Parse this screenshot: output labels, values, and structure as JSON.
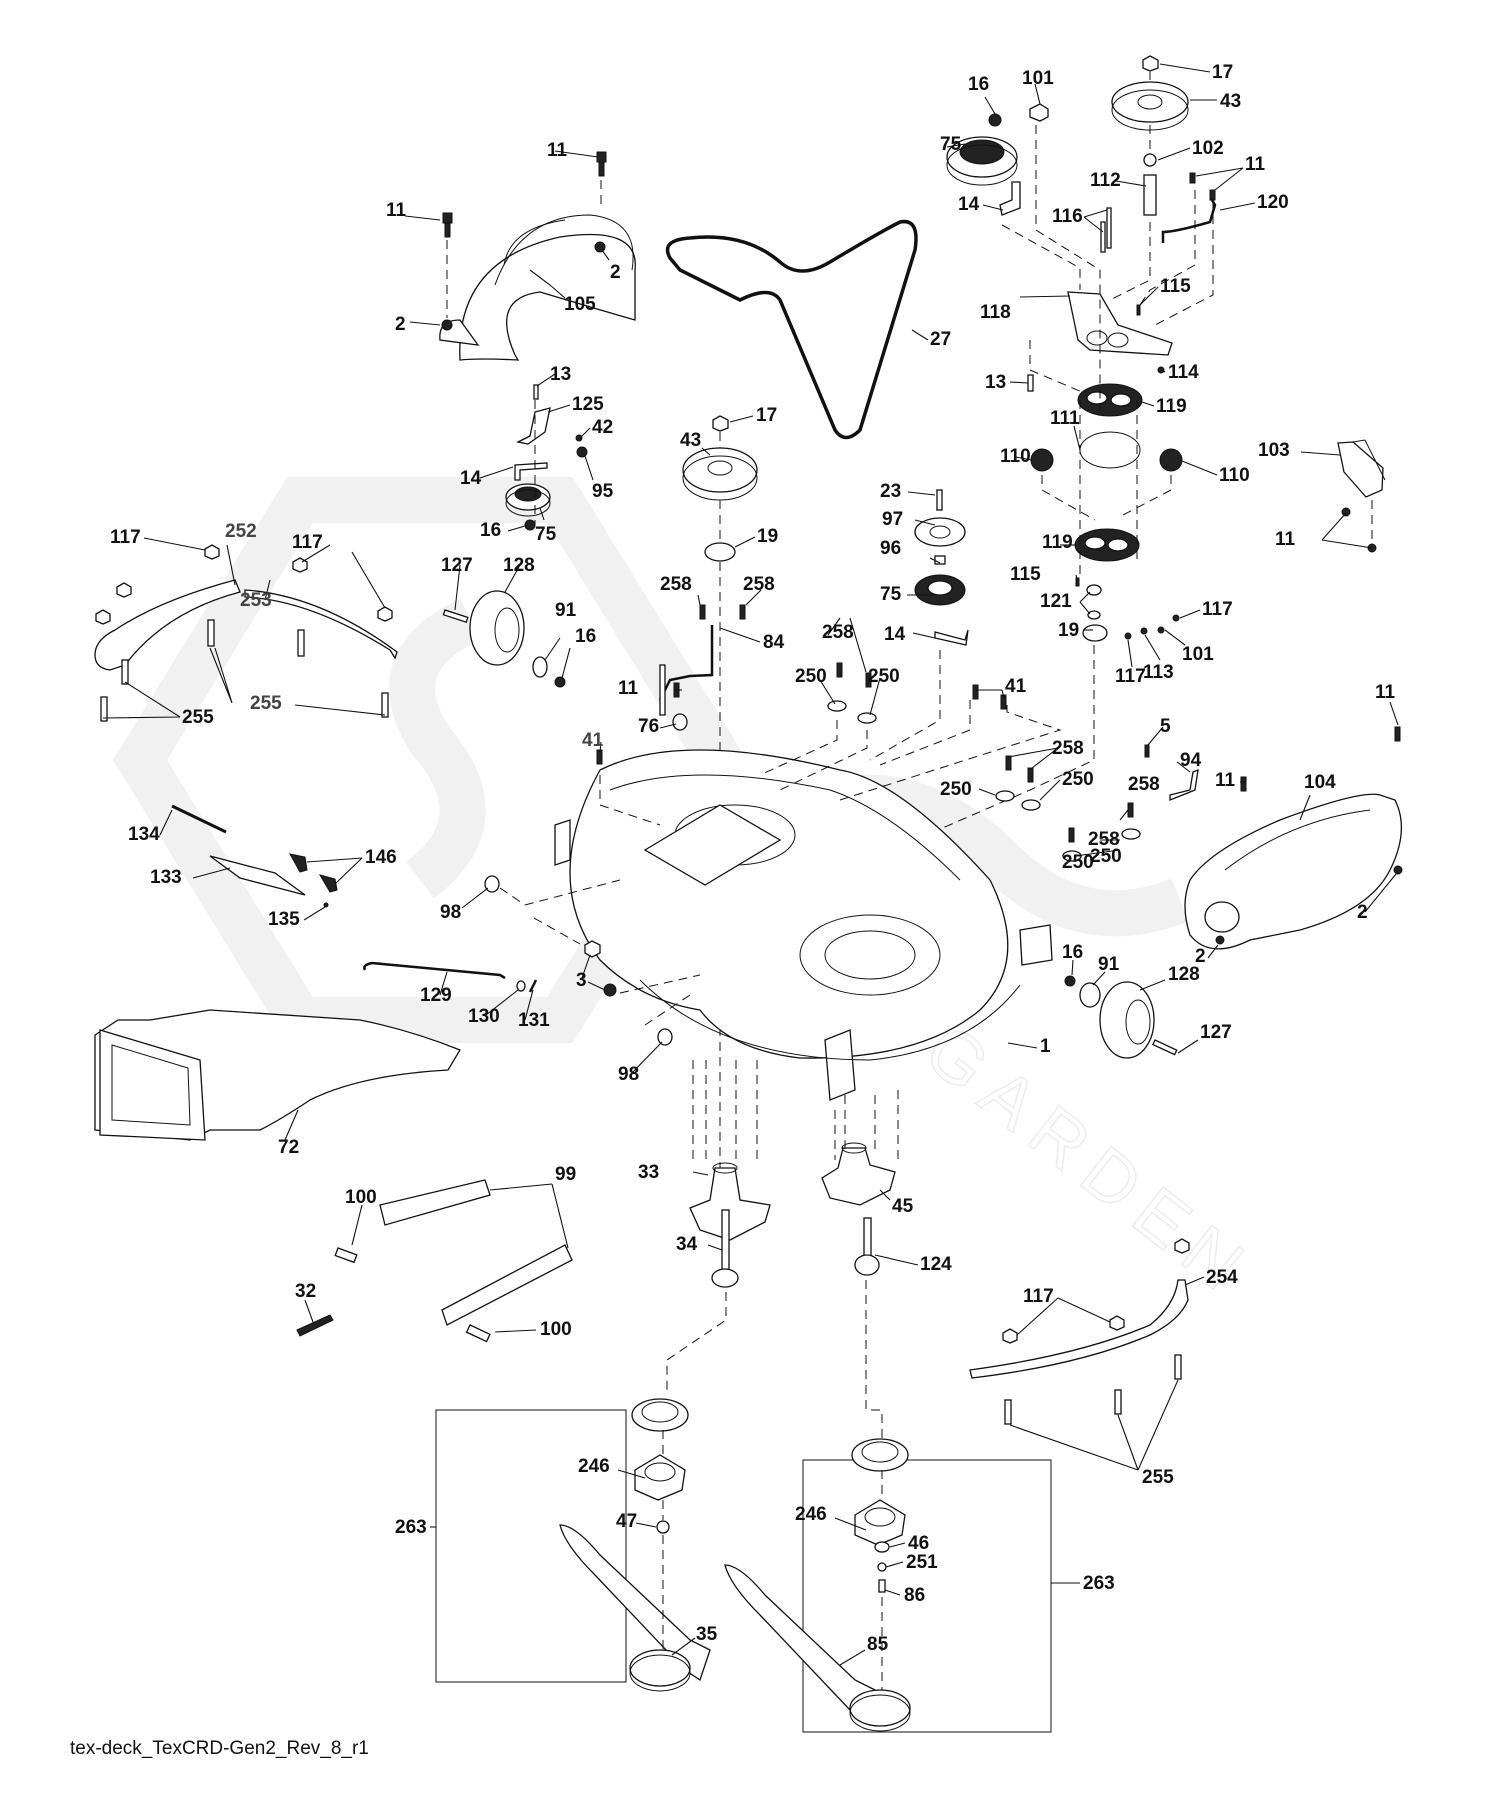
{
  "diagram": {
    "title": "Mower deck parts diagram",
    "footer_code": "tex-deck_TexCRD-Gen2_Rev_8_r1",
    "watermark": {
      "brand": "Stiga-style logo",
      "text": "GARDEN"
    }
  },
  "callouts": [
    {
      "id": "c-17a",
      "num": "17"
    },
    {
      "id": "c-43a",
      "num": "43"
    },
    {
      "id": "c-16a",
      "num": "16"
    },
    {
      "id": "c-101a",
      "num": "101"
    },
    {
      "id": "c-75a",
      "num": "75"
    },
    {
      "id": "c-102",
      "num": "102"
    },
    {
      "id": "c-11a",
      "num": "11"
    },
    {
      "id": "c-112",
      "num": "112"
    },
    {
      "id": "c-14a",
      "num": "14"
    },
    {
      "id": "c-116",
      "num": "116"
    },
    {
      "id": "c-120",
      "num": "120"
    },
    {
      "id": "c-11b",
      "num": "11"
    },
    {
      "id": "c-11c",
      "num": "11"
    },
    {
      "id": "c-2a",
      "num": "2"
    },
    {
      "id": "c-105",
      "num": "105"
    },
    {
      "id": "c-2b",
      "num": "2"
    },
    {
      "id": "c-27",
      "num": "27"
    },
    {
      "id": "c-118",
      "num": "118"
    },
    {
      "id": "c-115a",
      "num": "115"
    },
    {
      "id": "c-13a",
      "num": "13"
    },
    {
      "id": "c-114",
      "num": "114"
    },
    {
      "id": "c-119a",
      "num": "119"
    },
    {
      "id": "c-13b",
      "num": "13"
    },
    {
      "id": "c-125",
      "num": "125"
    },
    {
      "id": "c-42",
      "num": "42"
    },
    {
      "id": "c-17b",
      "num": "17"
    },
    {
      "id": "c-43b",
      "num": "43"
    },
    {
      "id": "c-14b",
      "num": "14"
    },
    {
      "id": "c-95",
      "num": "95"
    },
    {
      "id": "c-111",
      "num": "111"
    },
    {
      "id": "c-110a",
      "num": "110"
    },
    {
      "id": "c-110b",
      "num": "110"
    },
    {
      "id": "c-103",
      "num": "103"
    },
    {
      "id": "c-16b",
      "num": "16"
    },
    {
      "id": "c-75b",
      "num": "75"
    },
    {
      "id": "c-19a",
      "num": "19"
    },
    {
      "id": "c-23",
      "num": "23"
    },
    {
      "id": "c-97",
      "num": "97"
    },
    {
      "id": "c-119b",
      "num": "119"
    },
    {
      "id": "c-11d",
      "num": "11"
    },
    {
      "id": "c-117a",
      "num": "117"
    },
    {
      "id": "c-252",
      "num": "252"
    },
    {
      "id": "c-117b",
      "num": "117"
    },
    {
      "id": "c-96",
      "num": "96"
    },
    {
      "id": "c-127a",
      "num": "127"
    },
    {
      "id": "c-128a",
      "num": "128"
    },
    {
      "id": "c-258a",
      "num": "258"
    },
    {
      "id": "c-258b",
      "num": "258"
    },
    {
      "id": "c-75c",
      "num": "75"
    },
    {
      "id": "c-115b",
      "num": "115"
    },
    {
      "id": "c-121",
      "num": "121"
    },
    {
      "id": "c-117c",
      "num": "117"
    },
    {
      "id": "c-19b",
      "num": "19"
    },
    {
      "id": "c-253",
      "num": "253"
    },
    {
      "id": "c-91a",
      "num": "91"
    },
    {
      "id": "c-16c",
      "num": "16"
    },
    {
      "id": "c-84",
      "num": "84"
    },
    {
      "id": "c-14c",
      "num": "14"
    },
    {
      "id": "c-258c",
      "num": "258"
    },
    {
      "id": "c-101b",
      "num": "101"
    },
    {
      "id": "c-117d",
      "num": "117"
    },
    {
      "id": "c-113",
      "num": "113"
    },
    {
      "id": "c-250a",
      "num": "250"
    },
    {
      "id": "c-250b",
      "num": "250"
    },
    {
      "id": "c-255a",
      "num": "255"
    },
    {
      "id": "c-255b",
      "num": "255"
    },
    {
      "id": "c-11e",
      "num": "11"
    },
    {
      "id": "c-41a",
      "num": "41"
    },
    {
      "id": "c-11f",
      "num": "11"
    },
    {
      "id": "c-76",
      "num": "76"
    },
    {
      "id": "c-41b",
      "num": "41"
    },
    {
      "id": "c-5",
      "num": "5"
    },
    {
      "id": "c-258d",
      "num": "258"
    },
    {
      "id": "c-94",
      "num": "94"
    },
    {
      "id": "c-104",
      "num": "104"
    },
    {
      "id": "c-250c",
      "num": "250"
    },
    {
      "id": "c-250d",
      "num": "250"
    },
    {
      "id": "c-258e",
      "num": "258"
    },
    {
      "id": "c-11g",
      "num": "11"
    },
    {
      "id": "c-250e",
      "num": "250"
    },
    {
      "id": "c-258f",
      "num": "258"
    },
    {
      "id": "c-250f",
      "num": "250"
    },
    {
      "id": "c-134",
      "num": "134"
    },
    {
      "id": "c-146",
      "num": "146"
    },
    {
      "id": "c-133",
      "num": "133"
    },
    {
      "id": "c-98a",
      "num": "98"
    },
    {
      "id": "c-135",
      "num": "135"
    },
    {
      "id": "c-2c",
      "num": "2"
    },
    {
      "id": "c-2d",
      "num": "2"
    },
    {
      "id": "c-3",
      "num": "3"
    },
    {
      "id": "c-16d",
      "num": "16"
    },
    {
      "id": "c-91b",
      "num": "91"
    },
    {
      "id": "c-128b",
      "num": "128"
    },
    {
      "id": "c-129",
      "num": "129"
    },
    {
      "id": "c-130",
      "num": "130"
    },
    {
      "id": "c-131",
      "num": "131"
    },
    {
      "id": "c-127b",
      "num": "127"
    },
    {
      "id": "c-1",
      "num": "1"
    },
    {
      "id": "c-98b",
      "num": "98"
    },
    {
      "id": "c-72",
      "num": "72"
    },
    {
      "id": "c-33",
      "num": "33"
    },
    {
      "id": "c-45",
      "num": "45"
    },
    {
      "id": "c-99",
      "num": "99"
    },
    {
      "id": "c-100a",
      "num": "100"
    },
    {
      "id": "c-34",
      "num": "34"
    },
    {
      "id": "c-124",
      "num": "124"
    },
    {
      "id": "c-32",
      "num": "32"
    },
    {
      "id": "c-100b",
      "num": "100"
    },
    {
      "id": "c-117e",
      "num": "117"
    },
    {
      "id": "c-254",
      "num": "254"
    },
    {
      "id": "c-255c",
      "num": "255"
    },
    {
      "id": "c-246a",
      "num": "246"
    },
    {
      "id": "c-246b",
      "num": "246"
    },
    {
      "id": "c-263a",
      "num": "263"
    },
    {
      "id": "c-47",
      "num": "47"
    },
    {
      "id": "c-46",
      "num": "46"
    },
    {
      "id": "c-251",
      "num": "251"
    },
    {
      "id": "c-263b",
      "num": "263"
    },
    {
      "id": "c-86",
      "num": "86"
    },
    {
      "id": "c-35",
      "num": "35"
    },
    {
      "id": "c-85",
      "num": "85"
    }
  ]
}
